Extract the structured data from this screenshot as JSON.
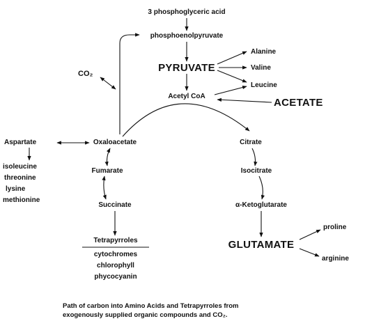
{
  "nodes": {
    "pga": "3 phosphoglyceric acid",
    "pep": "phosphoenolpyruvate",
    "pyruvate": "PYRUVATE",
    "alanine": "Alanine",
    "valine": "Valine",
    "leucine": "Leucine",
    "co2": "CO₂",
    "acetyl_coa": "Acetyl CoA",
    "acetate": "ACETATE",
    "aspartate": "Aspartate",
    "oxaloacetate": "Oxaloacetate",
    "citrate": "Citrate",
    "isoleucine": "isoleucine",
    "threonine": "threonine",
    "lysine": "lysine",
    "methionine": "methionine",
    "fumarate": "Fumarate",
    "isocitrate": "Isocitrate",
    "succinate": "Succinate",
    "ketoglutarate": "α-Ketoglutarate",
    "tetrapyrroles": "Tetrapyrroles",
    "glutamate": "GLUTAMATE",
    "proline": "proline",
    "arginine": "arginine",
    "cytochromes": "cytochromes",
    "chlorophyll": "chlorophyll",
    "phycocyanin": "phycocyanin"
  },
  "caption": {
    "line1": "Path of carbon into Amino Acids and Tetrapyrroles from",
    "line2": "exogenously supplied organic compounds and CO₂."
  }
}
